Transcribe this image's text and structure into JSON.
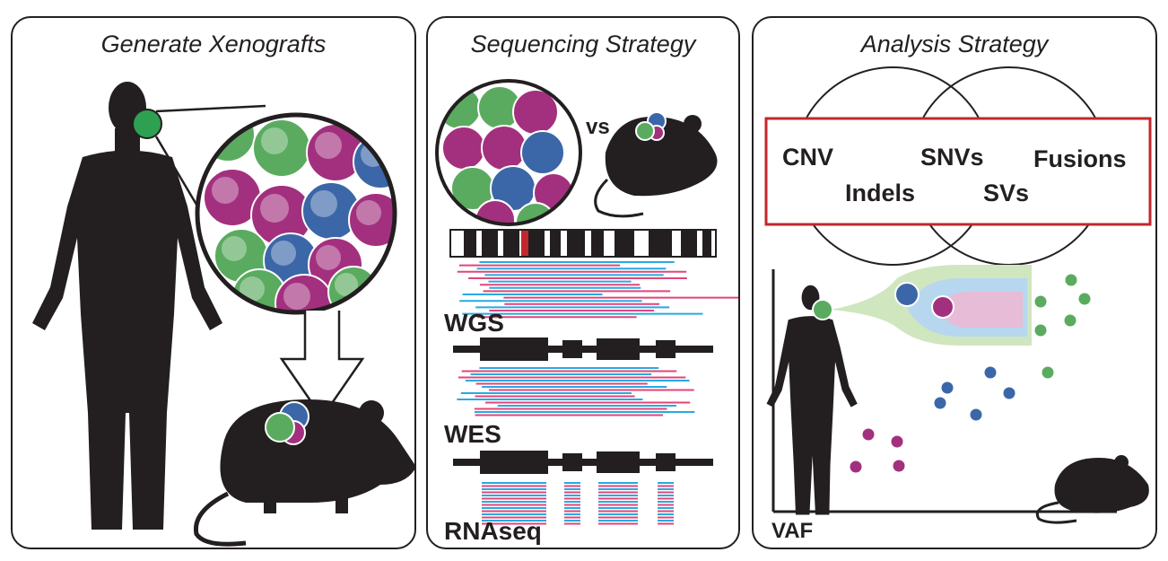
{
  "panels": {
    "xenografts": {
      "title": "Generate Xenografts"
    },
    "sequencing": {
      "title": "Sequencing Strategy",
      "vs_label": "vs",
      "tracks": [
        "WGS",
        "WES",
        "RNAseq"
      ]
    },
    "analysis": {
      "title": "Analysis Strategy",
      "variants": [
        "CNV",
        "SNVs",
        "Fusions",
        "Indels",
        "SVs"
      ],
      "axis_label": "VAF"
    }
  },
  "colors": {
    "outline": "#231f20",
    "green": "#5aab5f",
    "magenta": "#a3307e",
    "blue": "#3b67a8",
    "red_box": "#c1272d",
    "read_blue": "#29a9e0",
    "read_pink": "#e2457a",
    "light_green": "#cfe6bf",
    "light_blue": "#b7d7ef",
    "light_pink": "#e6bcd6"
  }
}
